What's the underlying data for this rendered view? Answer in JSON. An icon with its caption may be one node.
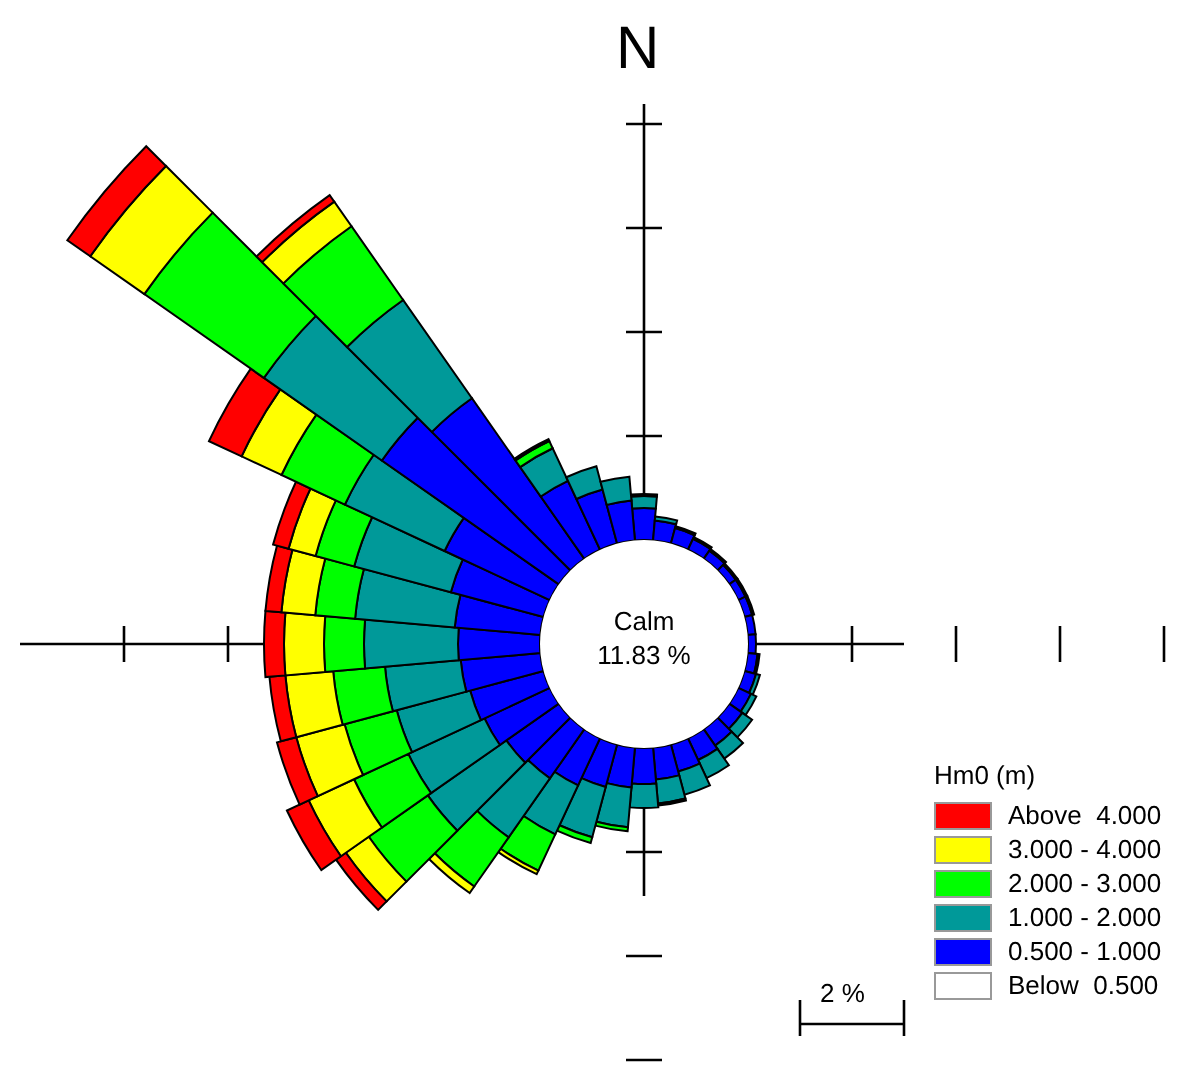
{
  "diagram": {
    "labels": [
      "N",
      "Calm",
      "11.83 %",
      "Hm0 (m)",
      "2 %"
    ],
    "legend": [
      {
        "text": "Above  4.000",
        "color": "#ff0000"
      },
      {
        "text": "3.000 - 4.000",
        "color": "#ffff00"
      },
      {
        "text": "2.000 - 3.000",
        "color": "#00ff00"
      },
      {
        "text": "1.000 - 2.000",
        "color": "#009999"
      },
      {
        "text": "0.500 - 1.000",
        "color": "#0000ff"
      },
      {
        "text": "Below  0.500",
        "color": "#ffffff"
      }
    ]
  }
}
